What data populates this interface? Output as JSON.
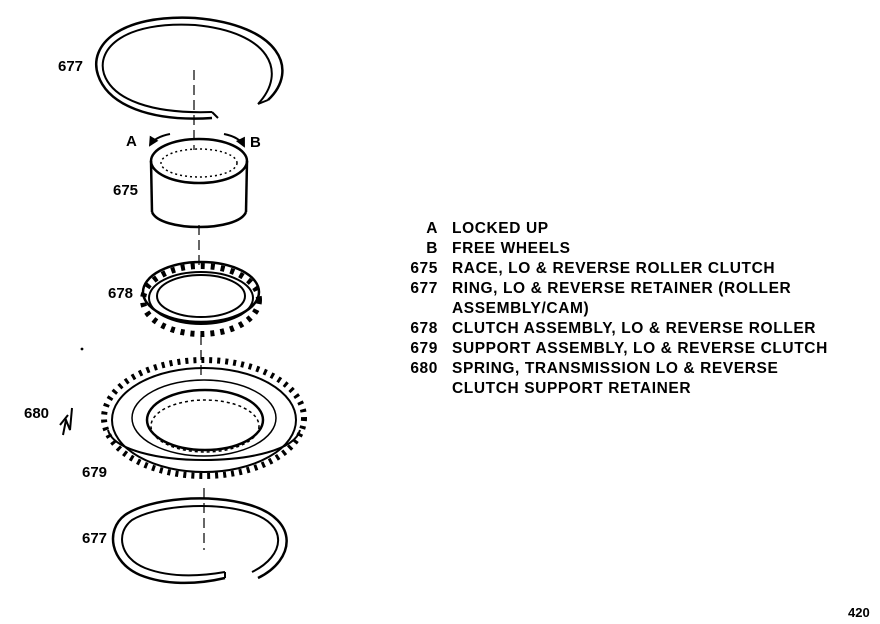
{
  "callouts": {
    "ring_top": "677",
    "arrow_a": "A",
    "arrow_b": "B",
    "race": "675",
    "clutch_assembly": "678",
    "spring": "680",
    "support_assembly": "679",
    "ring_bottom": "677"
  },
  "legend": [
    {
      "key": "A",
      "desc": "LOCKED UP"
    },
    {
      "key": "B",
      "desc": "FREE WHEELS"
    },
    {
      "key": "675",
      "desc": "RACE, LO & REVERSE ROLLER CLUTCH"
    },
    {
      "key": "677",
      "desc": "RING, LO & REVERSE RETAINER (ROLLER\nASSEMBLY/CAM)"
    },
    {
      "key": "678",
      "desc": "CLUTCH ASSEMBLY, LO & REVERSE ROLLER"
    },
    {
      "key": "679",
      "desc": "SUPPORT ASSEMBLY, LO & REVERSE CLUTCH"
    },
    {
      "key": "680",
      "desc": "SPRING, TRANSMISSION LO & REVERSE\nCLUTCH SUPPORT RETAINER"
    }
  ],
  "page_number": "420"
}
